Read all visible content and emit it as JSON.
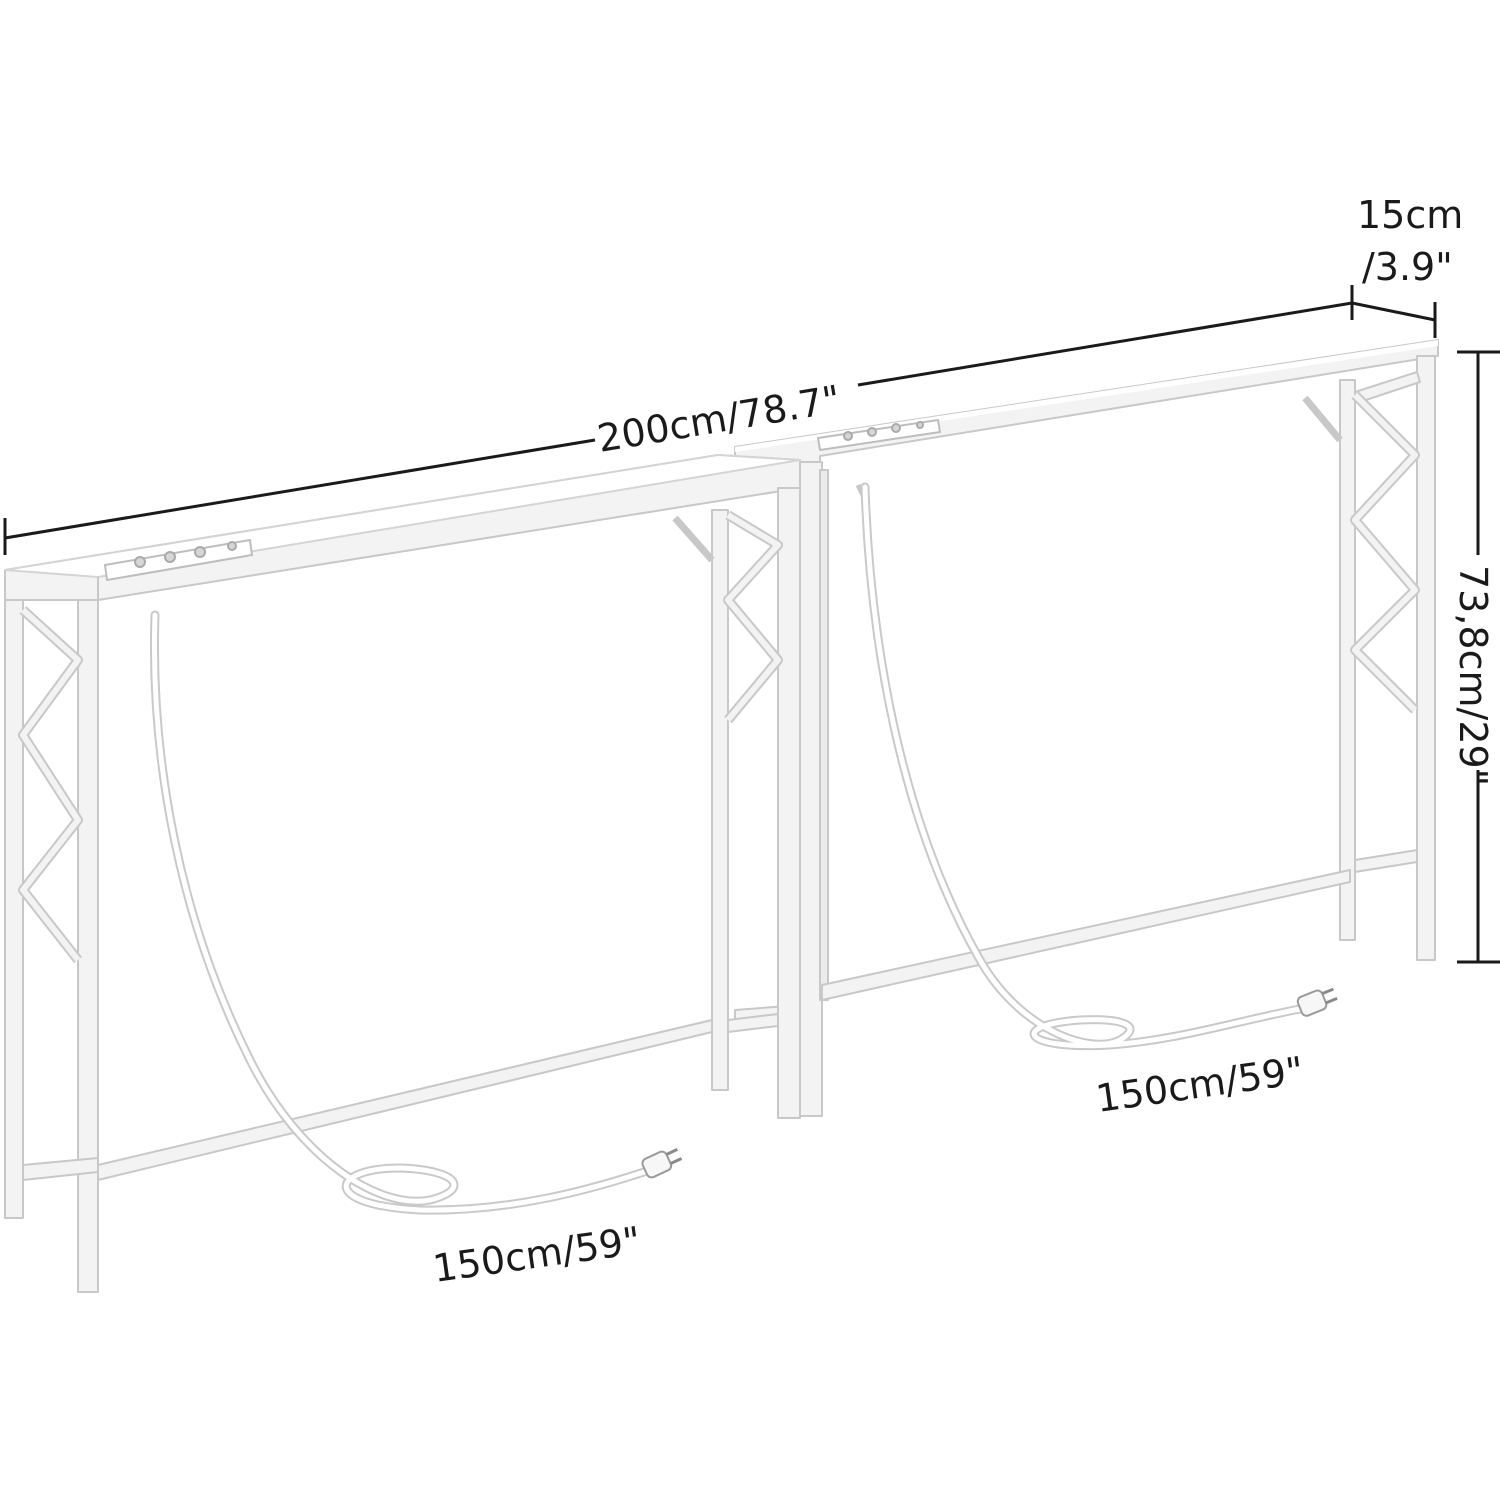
{
  "dimensions": {
    "length_label": "200cm/78.7\"",
    "depth_label_line1": "15cm",
    "depth_label_line2": "/3.9\"",
    "height_label": "73,8cm/29\"",
    "cord_left_label": "150cm/59\"",
    "cord_right_label": "150cm/59\""
  },
  "colors": {
    "frame": "#f3f3f3",
    "frame_stroke": "#c8c8c8",
    "top": "#fafafa",
    "ink": "#1a1a1a"
  },
  "icons": {
    "outlet": "power-strip-icon",
    "plug": "plug-icon"
  }
}
